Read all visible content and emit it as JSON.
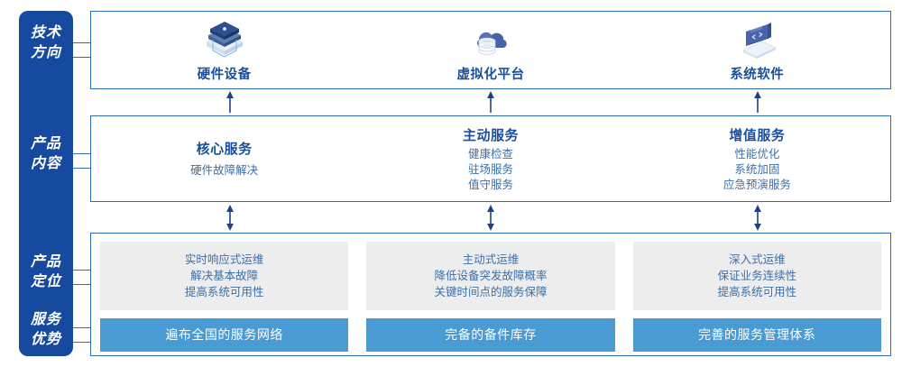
{
  "rail": {
    "labels": [
      {
        "id": "tech-direction",
        "line1": "技术",
        "line2": "方向"
      },
      {
        "id": "product-content",
        "line1": "产品",
        "line2": "内容"
      },
      {
        "id": "product-position",
        "line1": "产品",
        "line2": "定位"
      },
      {
        "id": "service-advantage",
        "line1": "服务",
        "line2": "优势"
      }
    ]
  },
  "tech_row": {
    "items": [
      {
        "icon": "server-stack-icon",
        "label": "硬件设备"
      },
      {
        "icon": "cloud-database-icon",
        "label": "虚拟化平台"
      },
      {
        "icon": "laptop-code-icon",
        "label": "系统软件"
      }
    ]
  },
  "content_row": {
    "items": [
      {
        "title": "核心服务",
        "lines": [
          "硬件故障解决"
        ]
      },
      {
        "title": "主动服务",
        "lines": [
          "健康检查",
          "驻场服务",
          "值守服务"
        ]
      },
      {
        "title": "增值服务",
        "lines": [
          "性能优化",
          "系统加固",
          "应急预演服务"
        ]
      }
    ]
  },
  "bottom_row": {
    "items": [
      {
        "positioning": [
          "实时响应式运维",
          "解决基本故障",
          "提高系统可用性"
        ],
        "advantage": "遍布全国的服务网络"
      },
      {
        "positioning": [
          "主动式运维",
          "降低设备突发故障概率",
          "关键时间点的服务保障"
        ],
        "advantage": "完备的备件库存"
      },
      {
        "positioning": [
          "深入式运维",
          "保证业务连续性",
          "提高系统可用性"
        ],
        "advantage": "完善的服务管理体系"
      }
    ]
  },
  "colors": {
    "rail_blue": "#154a9e",
    "border_blue": "#2f6fba",
    "title_blue": "#1a4f9c",
    "body_blue": "#3d6ea8",
    "bar_blue": "#4a9bd4",
    "card_grey": "#ededed",
    "arrow_navy": "#1f3f86"
  },
  "arrows": {
    "tech_to_content": "arrow-up-icon",
    "content_to_bottom": "arrow-up-down-icon"
  }
}
